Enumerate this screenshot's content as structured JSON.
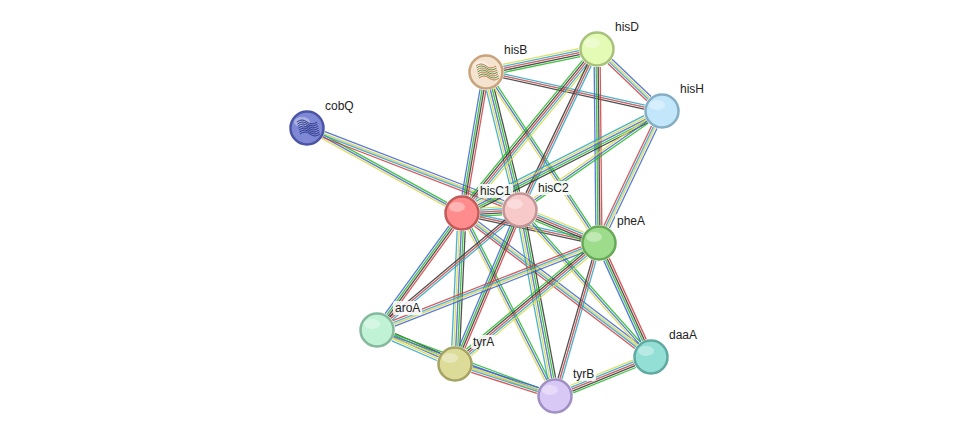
{
  "diagram": {
    "nodes": [
      {
        "text": [
          "cobQ"
        ]
      },
      {
        "text": [
          "hisB"
        ]
      },
      {
        "text": [
          "hisD"
        ]
      },
      {
        "text": [
          "hisH"
        ]
      },
      {
        "text": [
          "hisC1"
        ]
      },
      {
        "text": [
          "hisC2"
        ]
      },
      {
        "text": [
          "pheA"
        ]
      },
      {
        "text": [
          "aroA"
        ]
      },
      {
        "text": [
          "tyrA"
        ]
      },
      {
        "text": [
          "tyrB"
        ]
      },
      {
        "text": [
          "daaA"
        ]
      }
    ],
    "edges": [
      {
        "from": 0,
        "to": 4,
        "arrow": "none"
      },
      {
        "from": 0,
        "to": 5,
        "arrow": "none"
      },
      {
        "from": 1,
        "to": 2,
        "arrow": "none"
      },
      {
        "from": 1,
        "to": 3,
        "arrow": "none"
      },
      {
        "from": 1,
        "to": 4,
        "arrow": "none"
      },
      {
        "from": 1,
        "to": 5,
        "arrow": "none"
      },
      {
        "from": 1,
        "to": 6,
        "arrow": "none"
      },
      {
        "from": 2,
        "to": 3,
        "arrow": "none"
      },
      {
        "from": 2,
        "to": 4,
        "arrow": "none"
      },
      {
        "from": 2,
        "to": 5,
        "arrow": "none"
      },
      {
        "from": 2,
        "to": 6,
        "arrow": "none"
      },
      {
        "from": 3,
        "to": 4,
        "arrow": "none"
      },
      {
        "from": 3,
        "to": 5,
        "arrow": "none"
      },
      {
        "from": 3,
        "to": 6,
        "arrow": "none"
      },
      {
        "from": 4,
        "to": 5,
        "arrow": "none"
      },
      {
        "from": 4,
        "to": 6,
        "arrow": "none"
      },
      {
        "from": 4,
        "to": 7,
        "arrow": "none"
      },
      {
        "from": 4,
        "to": 8,
        "arrow": "none"
      },
      {
        "from": 4,
        "to": 9,
        "arrow": "none"
      },
      {
        "from": 4,
        "to": 10,
        "arrow": "none"
      },
      {
        "from": 5,
        "to": 6,
        "arrow": "none"
      },
      {
        "from": 5,
        "to": 7,
        "arrow": "none"
      },
      {
        "from": 5,
        "to": 8,
        "arrow": "none"
      },
      {
        "from": 5,
        "to": 9,
        "arrow": "none"
      },
      {
        "from": 5,
        "to": 10,
        "arrow": "none"
      },
      {
        "from": 6,
        "to": 7,
        "arrow": "none"
      },
      {
        "from": 6,
        "to": 8,
        "arrow": "none"
      },
      {
        "from": 6,
        "to": 9,
        "arrow": "none"
      },
      {
        "from": 6,
        "to": 10,
        "arrow": "none"
      },
      {
        "from": 7,
        "to": 8,
        "arrow": "none"
      },
      {
        "from": 7,
        "to": 9,
        "arrow": "none"
      },
      {
        "from": 8,
        "to": 9,
        "arrow": "none"
      },
      {
        "from": 9,
        "to": 10,
        "arrow": "none"
      }
    ]
  }
}
